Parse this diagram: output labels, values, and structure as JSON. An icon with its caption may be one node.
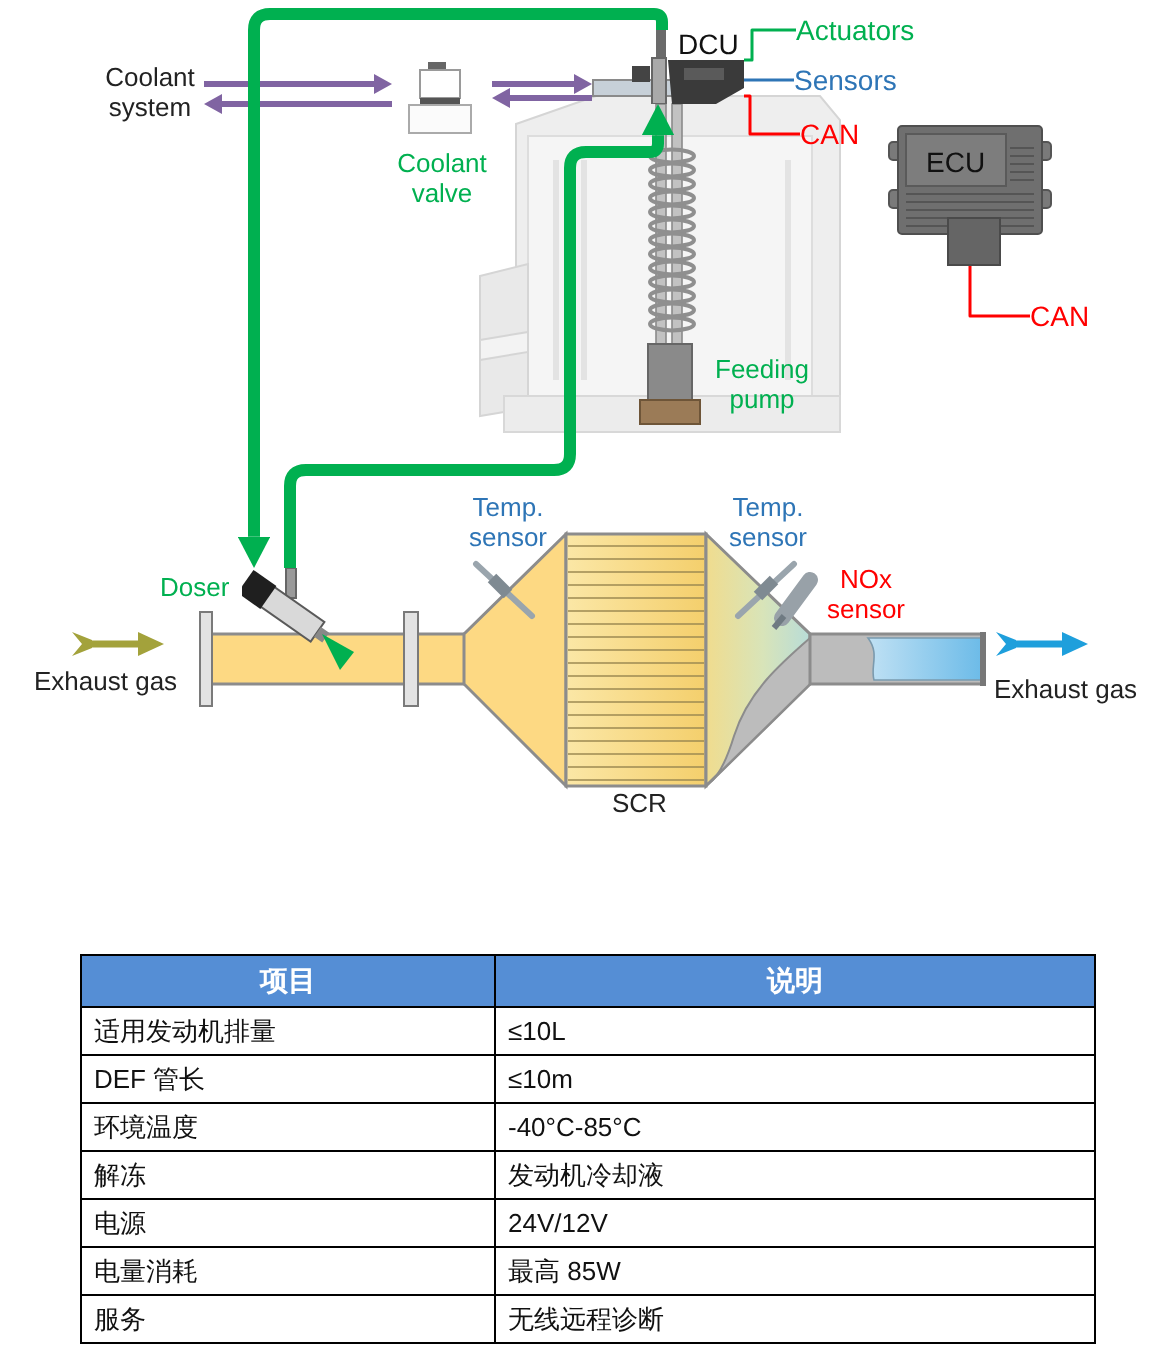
{
  "diagram": {
    "nodes": [
      {
        "text": [
          "Coolant system"
        ]
      },
      {
        "text": [
          "Coolant valve"
        ]
      },
      {
        "text": [
          "DCU"
        ]
      },
      {
        "text": [
          "Actuators"
        ]
      },
      {
        "text": [
          "Sensors"
        ]
      },
      {
        "text": [
          "CAN"
        ]
      },
      {
        "text": [
          "ECU"
        ]
      },
      {
        "text": [
          "CAN"
        ]
      },
      {
        "text": [
          "Doser"
        ]
      }
    ],
    "edges": [
      {
        "from": 0,
        "to": 1,
        "arrow": "to",
        "color": "#8064a2"
      },
      {
        "from": 1,
        "to": 0,
        "arrow": "to",
        "color": "#8064a2"
      },
      {
        "from": 1,
        "to": 2,
        "arrow": "to",
        "color": "#8064a2"
      },
      {
        "from": 2,
        "to": 1,
        "arrow": "to",
        "color": "#8064a2"
      },
      {
        "from": 2,
        "to": 8,
        "arrow": "to",
        "style": "thick",
        "color": "#00b050"
      },
      {
        "from": 8,
        "to": 2,
        "arrow": "to",
        "style": "thick",
        "color": "#00b050"
      },
      {
        "from": 2,
        "to": 3,
        "arrow": "none",
        "color": "#00b050"
      },
      {
        "from": 2,
        "to": 4,
        "arrow": "none",
        "color": "#2e75b6"
      },
      {
        "from": 2,
        "to": 5,
        "arrow": "none",
        "color": "#ff0000"
      },
      {
        "from": 6,
        "to": 7,
        "arrow": "none",
        "color": "#ff0000"
      }
    ],
    "labels": [
      "Feeding pump",
      "Temp. sensor",
      "Temp. sensor",
      "NOx sensor",
      "Exhaust gas",
      "Exhaust gas",
      "SCR",
      "项目",
      "说明",
      "适用发动机排量",
      "≤10L",
      "DEF 管长",
      "≤10m",
      "环境温度",
      "-40°C-85°C",
      "解冻",
      "发动机冷却液",
      "电源",
      "24V/12V",
      "电量消耗",
      "最高 85W",
      "服务",
      "无线远程诊断"
    ]
  }
}
